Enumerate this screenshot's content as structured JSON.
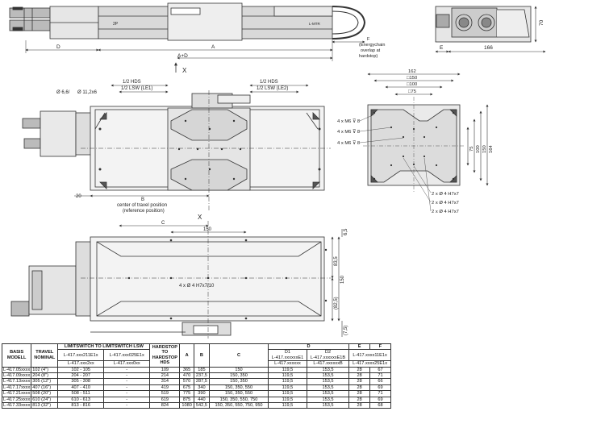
{
  "top_view": {
    "dim_d": "D",
    "dim_a": "A",
    "dim_ad": "A+D",
    "dim_f_lines": [
      "F",
      "(Energychain",
      "overlap at",
      "hardstop)"
    ],
    "label_2p": "2P",
    "label_lmtr": "L-MTR"
  },
  "side_view": {
    "dim_70": "70",
    "dim_e": "E",
    "dim_166": "166"
  },
  "main_view": {
    "axis_label_x_top": "X",
    "axis_label_x_bottom": "X",
    "half_hds_left": "1/2 HDS",
    "half_lsw_le1": "1/2 LSW (LE1)",
    "half_hds_right": "1/2 HDS",
    "half_lsw_le2": "1/2 LSW (LE2)",
    "hole_6_6": "Ø 6,6/",
    "hole_11_2": "Ø 11,2x6",
    "dim_20": "20",
    "dim_b": "B",
    "center_note": [
      "center of travel position",
      "(reference position)"
    ]
  },
  "platform_view": {
    "dim_162": "162",
    "dim_150": "□150",
    "dim_100": "□100",
    "dim_75": "□75",
    "thread_labels": [
      "4 x M6 ⊽ 8",
      "4 x M6 ⊽ 8",
      "4 x M6 ⊽ 8"
    ],
    "pin_labels": [
      "2 x Ø 4 H7x7",
      "2 x Ø 4 H7x7",
      "2 x Ø 4 H7x7"
    ],
    "vert_dims": [
      "75",
      "100",
      "150",
      "164"
    ]
  },
  "bottom_view": {
    "dim_c": "C",
    "dim_150": "150",
    "dim_6_5": "6,5",
    "dim_83_5": "83,5",
    "dim_150_v": "150",
    "dim_82_5": "(82,5)",
    "dim_7_5": "(7,5)",
    "pin_note": "4 x Ø 4 H7x7/10"
  },
  "spec_table": {
    "headers": {
      "basis": "BASIS MODELL",
      "travel": "TRAVEL NOMINAL",
      "lsw": "LIMITSWITCH TO LIMITSWITCH LSW",
      "hds": "HARDSTOP TO HARDSTOP HDS",
      "a": "A",
      "b": "B",
      "c": "C",
      "d": "D",
      "e": "E",
      "f": "F",
      "d1": "D1",
      "d2": "D2"
    },
    "subheaders": {
      "lsw1": "L-417.xxx211E1x",
      "lsw2": "L-417.xxx025E1x",
      "lsw3": "L-417.xxx2xx",
      "lsw4": "L-417.xxx0xx",
      "d1a": "L-417.xxxxxxE1",
      "d2a": "L-417.xxxxxxE1B",
      "efa": "L-417.xxxx11E1x",
      "d1b": "L-417.xxxxxx",
      "d2b": "L-417.xxxxxxB",
      "efb": "L-417.xxxx25E1x"
    },
    "rows": [
      [
        "L-417.05xxxx",
        "102 (4\")",
        "102 - 105",
        "-",
        "109",
        "365",
        "185",
        "150",
        "119,5",
        "153,5",
        "28",
        "67"
      ],
      [
        "L-417.09xxxx",
        "204 (8\")",
        "204 - 207",
        "-",
        "214",
        "470",
        "237,5",
        "150, 350",
        "119,5",
        "153,5",
        "28",
        "71"
      ],
      [
        "L-417.13xxxx",
        "305 (12\")",
        "305 - 308",
        "-",
        "314",
        "570",
        "287,5",
        "150, 350",
        "119,5",
        "153,5",
        "28",
        "66"
      ],
      [
        "L-417.17xxxx",
        "407 (16\")",
        "407 - 410",
        "-",
        "419",
        "675",
        "340",
        "150, 350, 550",
        "119,5",
        "153,5",
        "28",
        "69"
      ],
      [
        "L-417.21xxxx",
        "508 (20\")",
        "508 - 511",
        "-",
        "519",
        "775",
        "390",
        "150, 350, 550",
        "119,5",
        "153,5",
        "28",
        "71"
      ],
      [
        "L-417.25xxxx",
        "610 (24\")",
        "610 - 613",
        "-",
        "619",
        "875",
        "440",
        "150, 350, 550, 750",
        "119,5",
        "153,5",
        "28",
        "69"
      ],
      [
        "L-417.33xxxx",
        "813 (32\")",
        "813 - 816",
        "-",
        "824",
        "1080",
        "542,5",
        "150, 350, 550, 750, 950",
        "119,5",
        "153,5",
        "28",
        "68"
      ]
    ]
  }
}
